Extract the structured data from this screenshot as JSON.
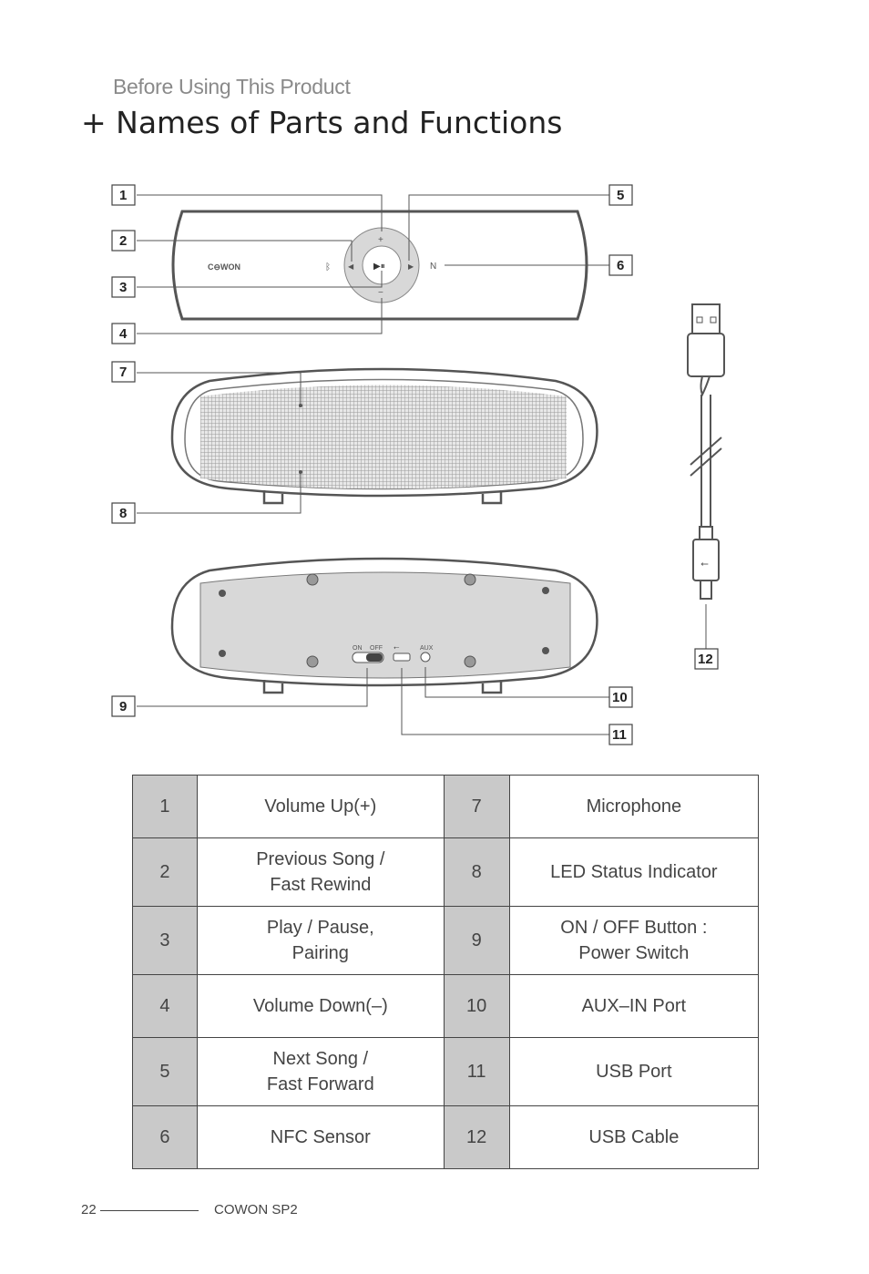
{
  "header": {
    "section": "Before Using This Product",
    "title": "+ Names of Parts and Functions"
  },
  "diagram": {
    "brand_logo": "C⊖WON",
    "rear_labels": {
      "on": "ON",
      "off": "OFF",
      "aux": "AUX"
    },
    "callouts": [
      "1",
      "2",
      "3",
      "4",
      "5",
      "6",
      "7",
      "8",
      "9",
      "10",
      "11",
      "12"
    ]
  },
  "parts_table": [
    {
      "left_num": "1",
      "left_desc": [
        "Volume Up(+)"
      ],
      "right_num": "7",
      "right_desc": [
        "Microphone"
      ]
    },
    {
      "left_num": "2",
      "left_desc": [
        "Previous Song /",
        "Fast Rewind"
      ],
      "right_num": "8",
      "right_desc": [
        "LED Status Indicator"
      ]
    },
    {
      "left_num": "3",
      "left_desc": [
        "Play / Pause,",
        "Pairing"
      ],
      "right_num": "9",
      "right_desc": [
        "ON / OFF Button :",
        "Power Switch"
      ]
    },
    {
      "left_num": "4",
      "left_desc": [
        "Volume Down(–)"
      ],
      "right_num": "10",
      "right_desc": [
        "AUX–IN Port"
      ]
    },
    {
      "left_num": "5",
      "left_desc": [
        "Next Song /",
        "Fast Forward"
      ],
      "right_num": "11",
      "right_desc": [
        "USB Port"
      ]
    },
    {
      "left_num": "6",
      "left_desc": [
        "NFC Sensor"
      ],
      "right_num": "12",
      "right_desc": [
        "USB Cable"
      ]
    }
  ],
  "footer": {
    "page_number": "22",
    "model": "COWON SP2"
  }
}
